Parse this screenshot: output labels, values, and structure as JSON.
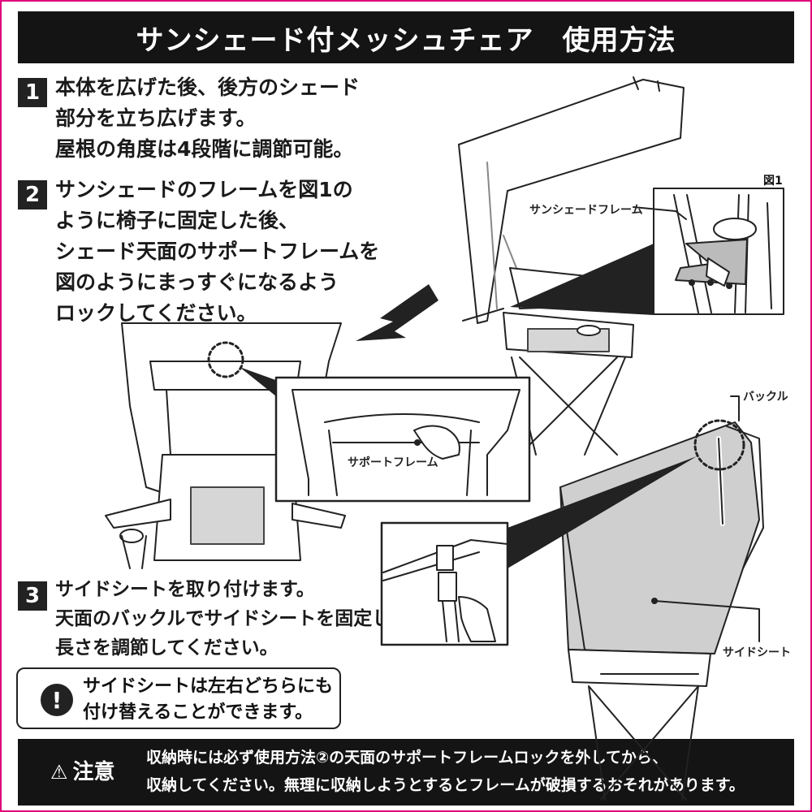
{
  "header": {
    "title": "サンシェード付メッシュチェア　使用方法"
  },
  "steps": [
    {
      "num": "1",
      "lines": [
        "本体を広げた後、後方のシェード",
        "部分を立ち広げます。",
        "屋根の角度は4段階に調節可能。"
      ]
    },
    {
      "num": "2",
      "lines": [
        "サンシェードのフレームを図1の",
        "ように椅子に固定した後、",
        "シェード天面のサポートフレームを",
        "図のようにまっすぐになるよう",
        "ロックしてください。"
      ]
    },
    {
      "num": "3",
      "lines": [
        "サイドシートを取り付けます。",
        "天面のバックルでサイドシートを固定し、",
        "長さを調節してください。"
      ]
    }
  ],
  "note": {
    "icon": "!",
    "lines": [
      "サイドシートは左右どちらにも",
      "付け替えることができます。"
    ]
  },
  "caution": {
    "icon": "warning-triangle-icon",
    "label": "注意",
    "lines": [
      "収納時には必ず使用方法②の天面のサポートフレームロックを外してから、",
      "収納してください。無理に収納しようとするとフレームが破損するおそれがあります。"
    ]
  },
  "labels": {
    "figure1": "図1",
    "sunshade_frame": "サンシェードフレーム",
    "support_frame": "サポートフレーム",
    "buckle": "バックル",
    "side_sheet": "サイドシート"
  },
  "colors": {
    "border": "#e0007a",
    "header_bg": "#141414",
    "mesh": "#cfcfcf"
  }
}
